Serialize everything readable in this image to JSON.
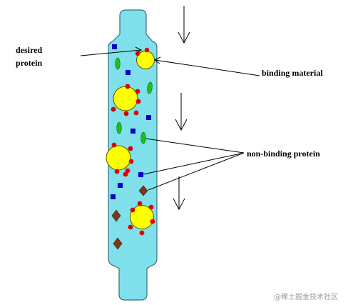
{
  "labels": {
    "desired_protein_line1": "desired",
    "desired_protein_line2": "protein",
    "binding_material": "binding material",
    "non_binding_protein": "non-binding protein"
  },
  "watermark": "@稀土掘金技术社区",
  "colors": {
    "column_fill": "#7fe0ec",
    "column_stroke": "#3a6f78",
    "bead_fill": "#ffff00",
    "bead_stroke": "#5a5a00",
    "desired_protein": "#e00000",
    "square_protein": "#0000c8",
    "oval_protein": "#1fbf1f",
    "diamond_protein": "#7a3a14",
    "arrow": "#000000"
  }
}
